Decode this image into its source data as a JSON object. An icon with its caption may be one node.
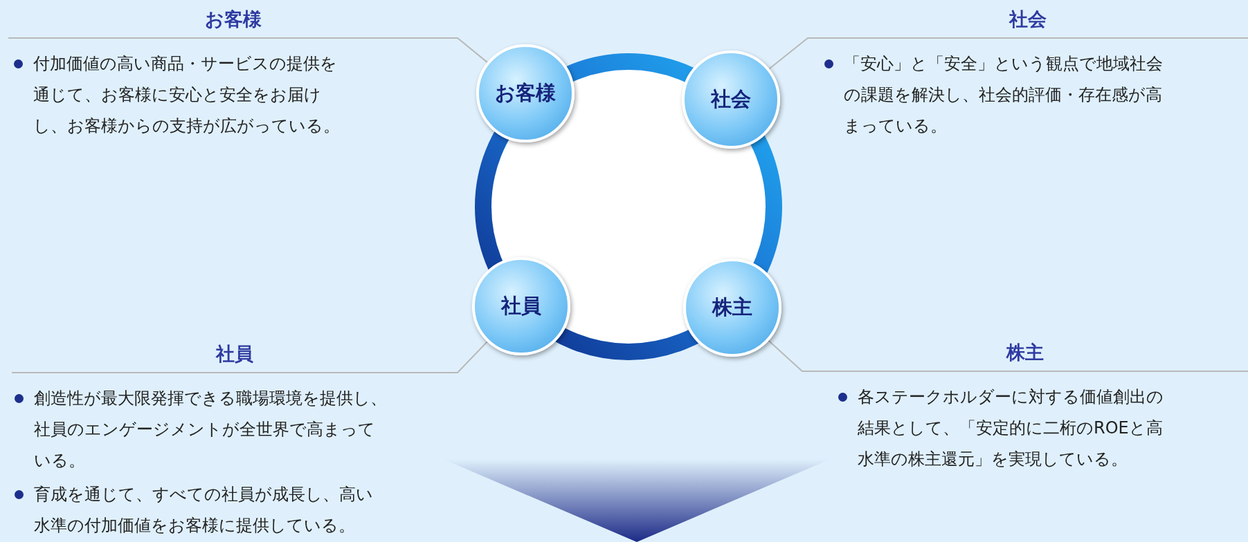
{
  "diagram": {
    "nodes": [
      {
        "text": [],
        "shape": "circle"
      },
      {
        "text": [
          "お客様"
        ]
      },
      {
        "text": [
          "社会"
        ]
      },
      {
        "text": [
          "社員"
        ]
      },
      {
        "text": [
          "株主"
        ]
      },
      {
        "text": [
          "お客様",
          "付加価値の高い商品・サービスの提供を通じて、お客様に安心と安全をお届けし、お客様からの支持が広がっている。"
        ]
      },
      {
        "text": [
          "社会",
          "「安心」と「安全」という観点で地域社会の課題を解決し、社会的評価・存在感が高まっている。"
        ]
      },
      {
        "text": [
          "社員",
          "創造性が最大限発揮できる職場環境を提供し、社員のエンゲージメントが全世界で高まっている。",
          "育成を通じて、すべての社員が成長し、高い水準の付加価値をお客様に提供している。"
        ]
      },
      {
        "text": [
          "株主",
          "各ステークホルダーに対する価値創出の結果として、「安定的に二桁のROEと高水準の株主還元」を実現している。"
        ]
      },
      {
        "text": [],
        "shape": "triangle"
      }
    ],
    "edges": [
      {
        "from": 1,
        "to": 5,
        "arrow": "none"
      },
      {
        "from": 2,
        "to": 6,
        "arrow": "none"
      },
      {
        "from": 3,
        "to": 7,
        "arrow": "none"
      },
      {
        "from": 4,
        "to": 8,
        "arrow": "none"
      }
    ]
  }
}
